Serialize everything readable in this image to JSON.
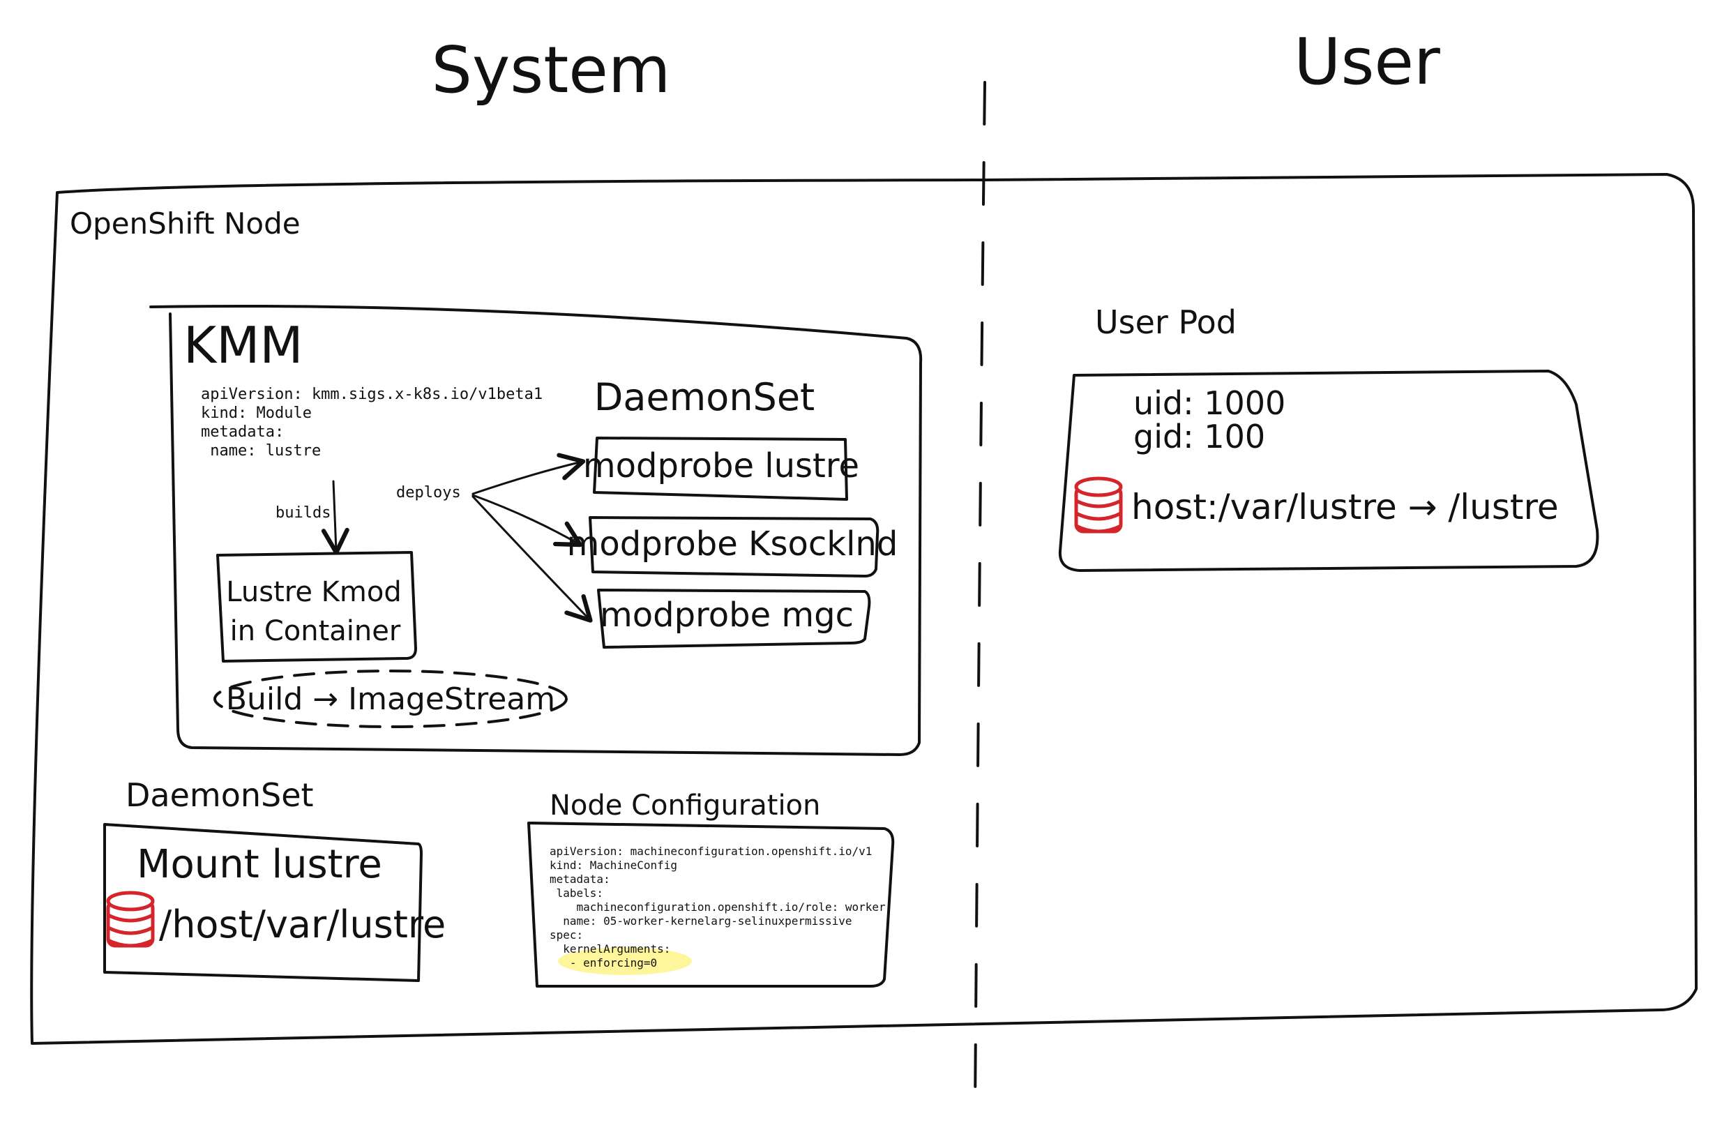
{
  "headers": {
    "system": "System",
    "user": "User"
  },
  "openshift_node": {
    "title": "OpenShift Node"
  },
  "kmm": {
    "title": "KMM",
    "yaml": [
      "apiVersion: kmm.sigs.x-k8s.io/v1beta1",
      "kind: Module",
      "metadata:",
      " name: lustre"
    ],
    "builds_label": "builds",
    "deploys_label": "deploys",
    "kmod_container_line1": "Lustre Kmod",
    "kmod_container_line2": "in Container",
    "build_imagestream": "Build → ImageStream",
    "daemonset_title": "DaemonSet",
    "modprobe_items": [
      "modprobe lustre",
      "modprobe Ksocklnd",
      "modprobe mgc"
    ]
  },
  "mount_daemonset": {
    "title": "DaemonSet",
    "label": "Mount lustre",
    "path": "/host/var/lustre"
  },
  "node_configuration": {
    "title": "Node Configuration",
    "yaml": [
      "apiVersion: machineconfiguration.openshift.io/v1",
      "kind: MachineConfig",
      "metadata:",
      " labels:",
      "    machineconfiguration.openshift.io/role: worker",
      "  name: 05-worker-kernelarg-selinuxpermissive",
      "spec:",
      "  kernelArguments:",
      "   - enforcing=0"
    ],
    "highlight_color": "#fff59a"
  },
  "user_pod": {
    "title": "User Pod",
    "uid": "uid: 1000",
    "gid": "gid: 100",
    "mount": "host:/var/lustre → /lustre"
  },
  "colors": {
    "ink": "#111111",
    "storage_icon": "#d4252b"
  }
}
